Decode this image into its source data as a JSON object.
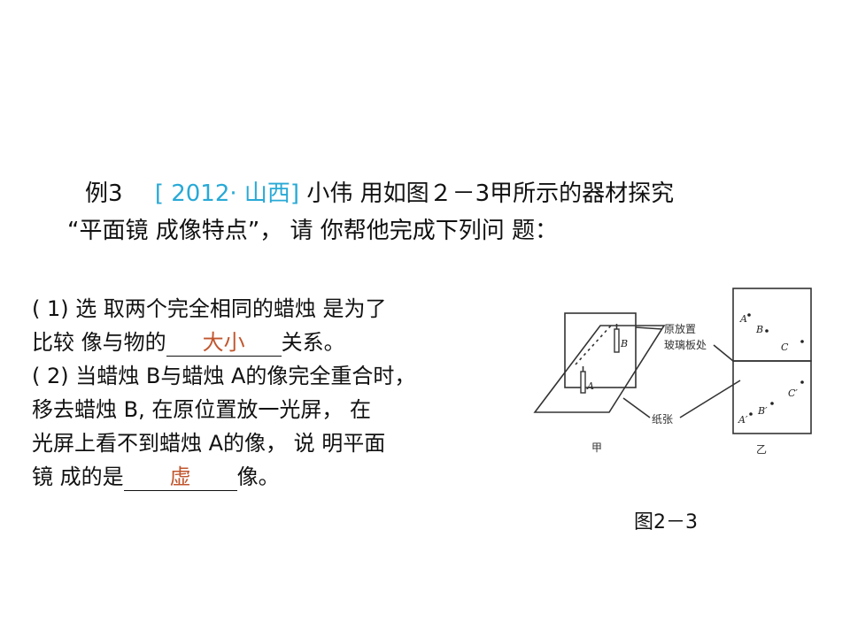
{
  "question": {
    "label": "例3",
    "source": "[ 2012·   山西]",
    "line1": " 小伟 用如图２－3甲所示的器材探究",
    "line2": "“平面镜 成像特点”， 请 你帮他完成下列问 题："
  },
  "part1": {
    "line1": "( 1) 选 取两个完全相同的蜡烛 是为了",
    "line2_before": "比较 像与物的",
    "answer": "大小",
    "line2_after": "关系。"
  },
  "part2": {
    "line1": "( 2) 当蜡烛 B与蜡烛 A的像完全重合时，",
    "line2": "移去蜡烛 B,  在原位置放一光屏， 在",
    "line3": "光屏上看不到蜡烛 A的像， 说 明平面",
    "line4_before": "镜 成的是",
    "answer": "虚",
    "line4_after": "像。"
  },
  "figure": {
    "caption": "图2－3",
    "label_jia": "甲",
    "label_yi": "乙",
    "callout_glass_1": "原放置",
    "callout_glass_2": "玻璃板处",
    "callout_paper": "纸张",
    "candle_a": "A",
    "candle_b": "B",
    "pt_a": "A",
    "pt_b": "B",
    "pt_c": "C",
    "pt_a2": "A′",
    "pt_b2": "B′",
    "pt_c2": "C′"
  },
  "colors": {
    "source": "#29a9d6",
    "answer": "#c0562e"
  }
}
